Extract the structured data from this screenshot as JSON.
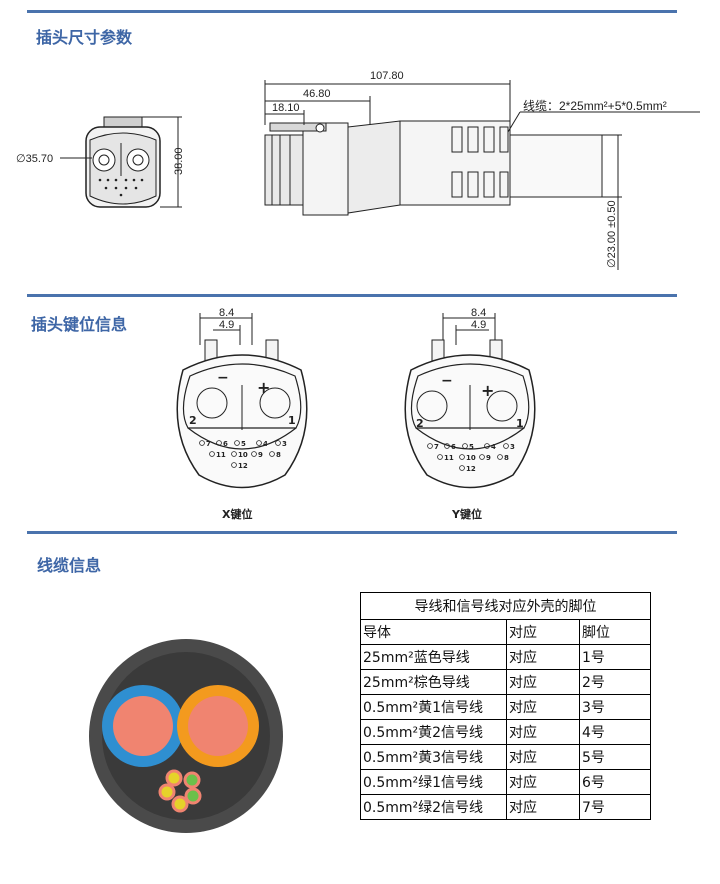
{
  "sections": {
    "dimensions_title": "插头尺寸参数",
    "keying_title": "插头键位信息",
    "cable_title": "线缆信息"
  },
  "dimensions": {
    "front_diameter": "∅35.70",
    "front_height": "38.00",
    "length_total": "107.80",
    "length_mid": "46.80",
    "length_short": "18.10",
    "cable_spec": "线缆：2*25mm²+5*0.5mm²",
    "cable_diameter": "∅23.00 ±0.50"
  },
  "keying": {
    "key_width": "8.4",
    "key_offset": "4.9",
    "x_label": "X键位",
    "y_label": "Y键位",
    "contact_labels": [
      "2",
      "1",
      "−",
      "+"
    ],
    "signal_pins": [
      "7",
      "6",
      "5",
      "4",
      "3",
      "11",
      "10",
      "9",
      "8",
      "12"
    ]
  },
  "cable": {
    "colors": {
      "jacket": "#4a4a4a",
      "inner": "#3a3a3a",
      "blue": "#2f8fd1",
      "orange": "#f39a1e",
      "copper": "#f08470",
      "yellow": "#e6d22a",
      "green": "#6cc04a"
    }
  },
  "pin_table": {
    "title": "导线和信号线对应外壳的脚位",
    "headers": [
      "导体",
      "对应",
      "脚位"
    ],
    "rows": [
      [
        "25mm²蓝色导线",
        "对应",
        "1号"
      ],
      [
        "25mm²棕色导线",
        "对应",
        "2号"
      ],
      [
        "0.5mm²黄1信号线",
        "对应",
        "3号"
      ],
      [
        "0.5mm²黄2信号线",
        "对应",
        "4号"
      ],
      [
        "0.5mm²黄3信号线",
        "对应",
        "5号"
      ],
      [
        "0.5mm²绿1信号线",
        "对应",
        "6号"
      ],
      [
        "0.5mm²绿2信号线",
        "对应",
        "7号"
      ]
    ]
  }
}
